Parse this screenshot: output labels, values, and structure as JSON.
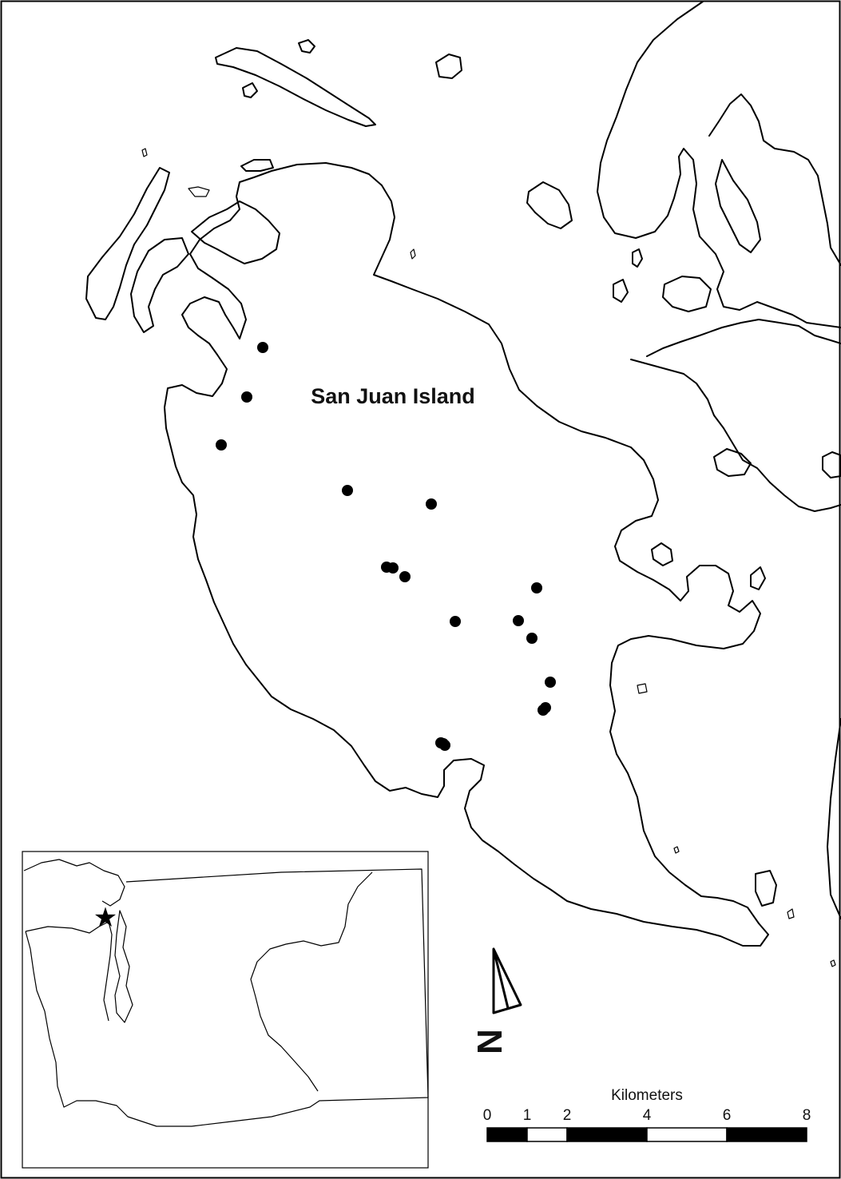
{
  "map": {
    "island_label": "San Juan Island",
    "north_label": "N",
    "scale": {
      "unit_label": "Kilometers",
      "ticks": [
        "0",
        "1",
        "2",
        "4",
        "6",
        "8"
      ]
    },
    "points": [
      {
        "id": 1
      },
      {
        "id": 2
      },
      {
        "id": 3
      },
      {
        "id": 4
      },
      {
        "id": 5
      },
      {
        "id": 6
      },
      {
        "id": 7
      },
      {
        "id": 8
      },
      {
        "id": 9
      },
      {
        "id": 10
      },
      {
        "id": 11
      },
      {
        "id": 12
      },
      {
        "id": 13
      },
      {
        "id": 14
      },
      {
        "id": 15
      },
      {
        "id": 16
      },
      {
        "id": 17
      },
      {
        "id": 18
      }
    ],
    "inset": {
      "marker_icon": "star-icon"
    }
  }
}
